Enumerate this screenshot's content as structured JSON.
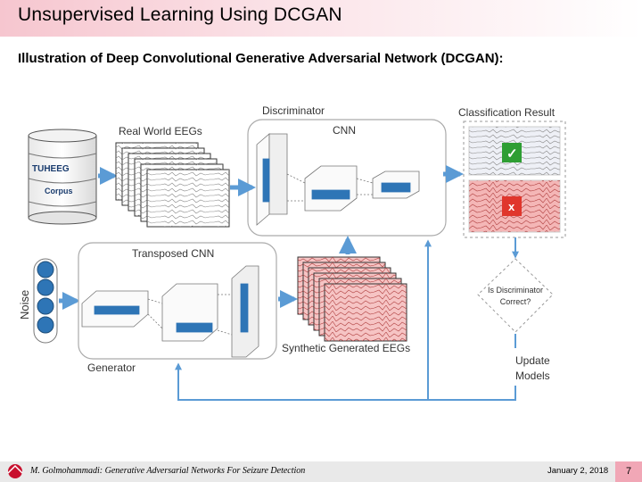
{
  "header": {
    "title": "Unsupervised Learning Using DCGAN"
  },
  "subtitle": "Illustration of Deep Convolutional Generative Adversarial Network (DCGAN):",
  "diagram": {
    "database_label_1": "TUHEEG",
    "database_label_2": "Corpus",
    "real_eegs_label": "Real World EEGs",
    "discriminator_label": "Discriminator",
    "cnn_label": "CNN",
    "classification_label": "Classification Result",
    "check_mark": "✓",
    "cross_mark": "x",
    "noise_label": "Noise",
    "transposed_cnn_label": "Transposed CNN",
    "generator_label": "Generator",
    "synthetic_label": "Synthetic Generated EEGs",
    "decision_line_1": "Is Discriminator",
    "decision_line_2": "Correct?",
    "update_line_1": "Update",
    "update_line_2": "Models"
  },
  "footer": {
    "citation": "M. Golmohammadi: Generative Adversarial Networks For Seizure Detection",
    "date": "January 2, 2018",
    "page": "7"
  },
  "colors": {
    "accent_pink": "#f1a7b6",
    "arrow_blue": "#5b9bd5",
    "layer_blue": "#2e75b6",
    "check_green": "#2e9e33",
    "cross_red": "#e0362c"
  }
}
